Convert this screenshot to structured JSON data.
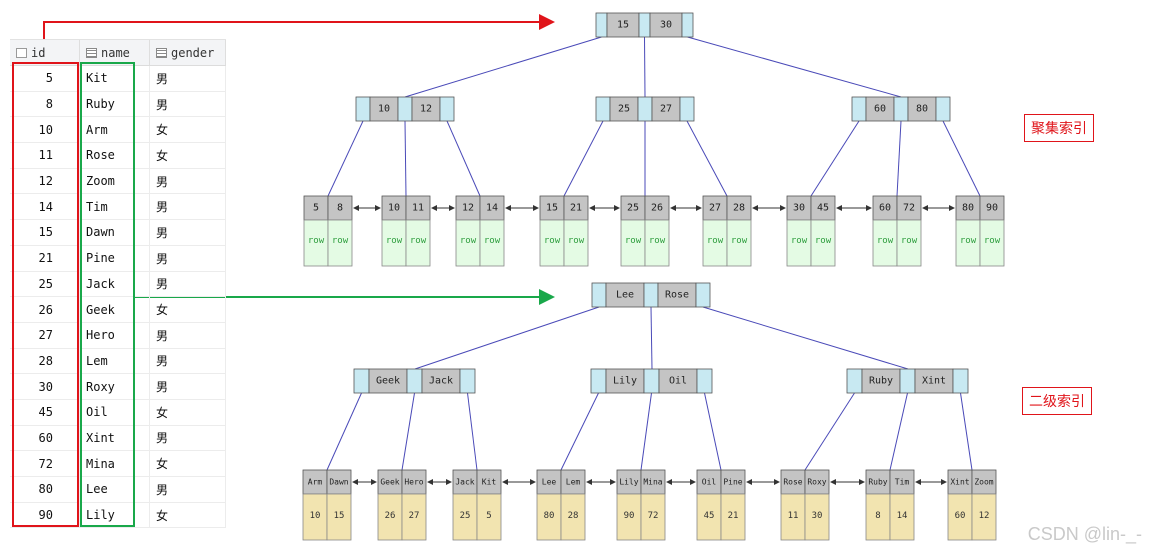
{
  "table": {
    "headers": {
      "id": "id",
      "name": "name",
      "gender": "gender"
    },
    "rows": [
      {
        "id": "5",
        "name": "Kit",
        "gender": "男"
      },
      {
        "id": "8",
        "name": "Ruby",
        "gender": "男"
      },
      {
        "id": "10",
        "name": "Arm",
        "gender": "女"
      },
      {
        "id": "11",
        "name": "Rose",
        "gender": "女"
      },
      {
        "id": "12",
        "name": "Zoom",
        "gender": "男"
      },
      {
        "id": "14",
        "name": "Tim",
        "gender": "男"
      },
      {
        "id": "15",
        "name": "Dawn",
        "gender": "男"
      },
      {
        "id": "21",
        "name": "Pine",
        "gender": "男"
      },
      {
        "id": "25",
        "name": "Jack",
        "gender": "男"
      },
      {
        "id": "26",
        "name": "Geek",
        "gender": "女"
      },
      {
        "id": "27",
        "name": "Hero",
        "gender": "男"
      },
      {
        "id": "28",
        "name": "Lem",
        "gender": "男"
      },
      {
        "id": "30",
        "name": "Roxy",
        "gender": "男"
      },
      {
        "id": "45",
        "name": "Oil",
        "gender": "女"
      },
      {
        "id": "60",
        "name": "Xint",
        "gender": "男"
      },
      {
        "id": "72",
        "name": "Mina",
        "gender": "女"
      },
      {
        "id": "80",
        "name": "Lee",
        "gender": "男"
      },
      {
        "id": "90",
        "name": "Lily",
        "gender": "女"
      }
    ]
  },
  "clustered": {
    "label": "聚集索引",
    "root": [
      "15",
      "30"
    ],
    "internal": [
      [
        "10",
        "12"
      ],
      [
        "25",
        "27"
      ],
      [
        "60",
        "80"
      ]
    ],
    "leaves": [
      [
        "5",
        "8"
      ],
      [
        "10",
        "11"
      ],
      [
        "12",
        "14"
      ],
      [
        "15",
        "21"
      ],
      [
        "25",
        "26"
      ],
      [
        "27",
        "28"
      ],
      [
        "30",
        "45"
      ],
      [
        "60",
        "72"
      ],
      [
        "80",
        "90"
      ]
    ],
    "row_label": "row"
  },
  "secondary": {
    "label": "二级索引",
    "root": [
      "Lee",
      "Rose"
    ],
    "internal": [
      [
        "Geek",
        "Jack"
      ],
      [
        "Lily",
        "Oil"
      ],
      [
        "Ruby",
        "Xint"
      ]
    ],
    "leaves": [
      {
        "keys": [
          "Arm",
          "Dawn"
        ],
        "ids": [
          "10",
          "15"
        ]
      },
      {
        "keys": [
          "Geek",
          "Hero"
        ],
        "ids": [
          "26",
          "27"
        ]
      },
      {
        "keys": [
          "Jack",
          "Kit"
        ],
        "ids": [
          "25",
          "5"
        ]
      },
      {
        "keys": [
          "Lee",
          "Lem"
        ],
        "ids": [
          "80",
          "28"
        ]
      },
      {
        "keys": [
          "Lily",
          "Mina"
        ],
        "ids": [
          "90",
          "72"
        ]
      },
      {
        "keys": [
          "Oil",
          "Pine"
        ],
        "ids": [
          "45",
          "21"
        ]
      },
      {
        "keys": [
          "Rose",
          "Roxy"
        ],
        "ids": [
          "11",
          "30"
        ]
      },
      {
        "keys": [
          "Ruby",
          "Tim"
        ],
        "ids": [
          "8",
          "14"
        ]
      },
      {
        "keys": [
          "Xint",
          "Zoom"
        ],
        "ids": [
          "60",
          "12"
        ]
      }
    ]
  },
  "watermark": "CSDN @lin-_-",
  "colors": {
    "red": "#e0141a",
    "green": "#19a84a",
    "key_fill": "#c4c4c4",
    "ptr_fill": "#c8e9f2",
    "row_fill": "#e4fbe4",
    "row_text": "#2e9e3e",
    "id_fill": "#f2e4b0",
    "edge": "#4a4ab8"
  }
}
